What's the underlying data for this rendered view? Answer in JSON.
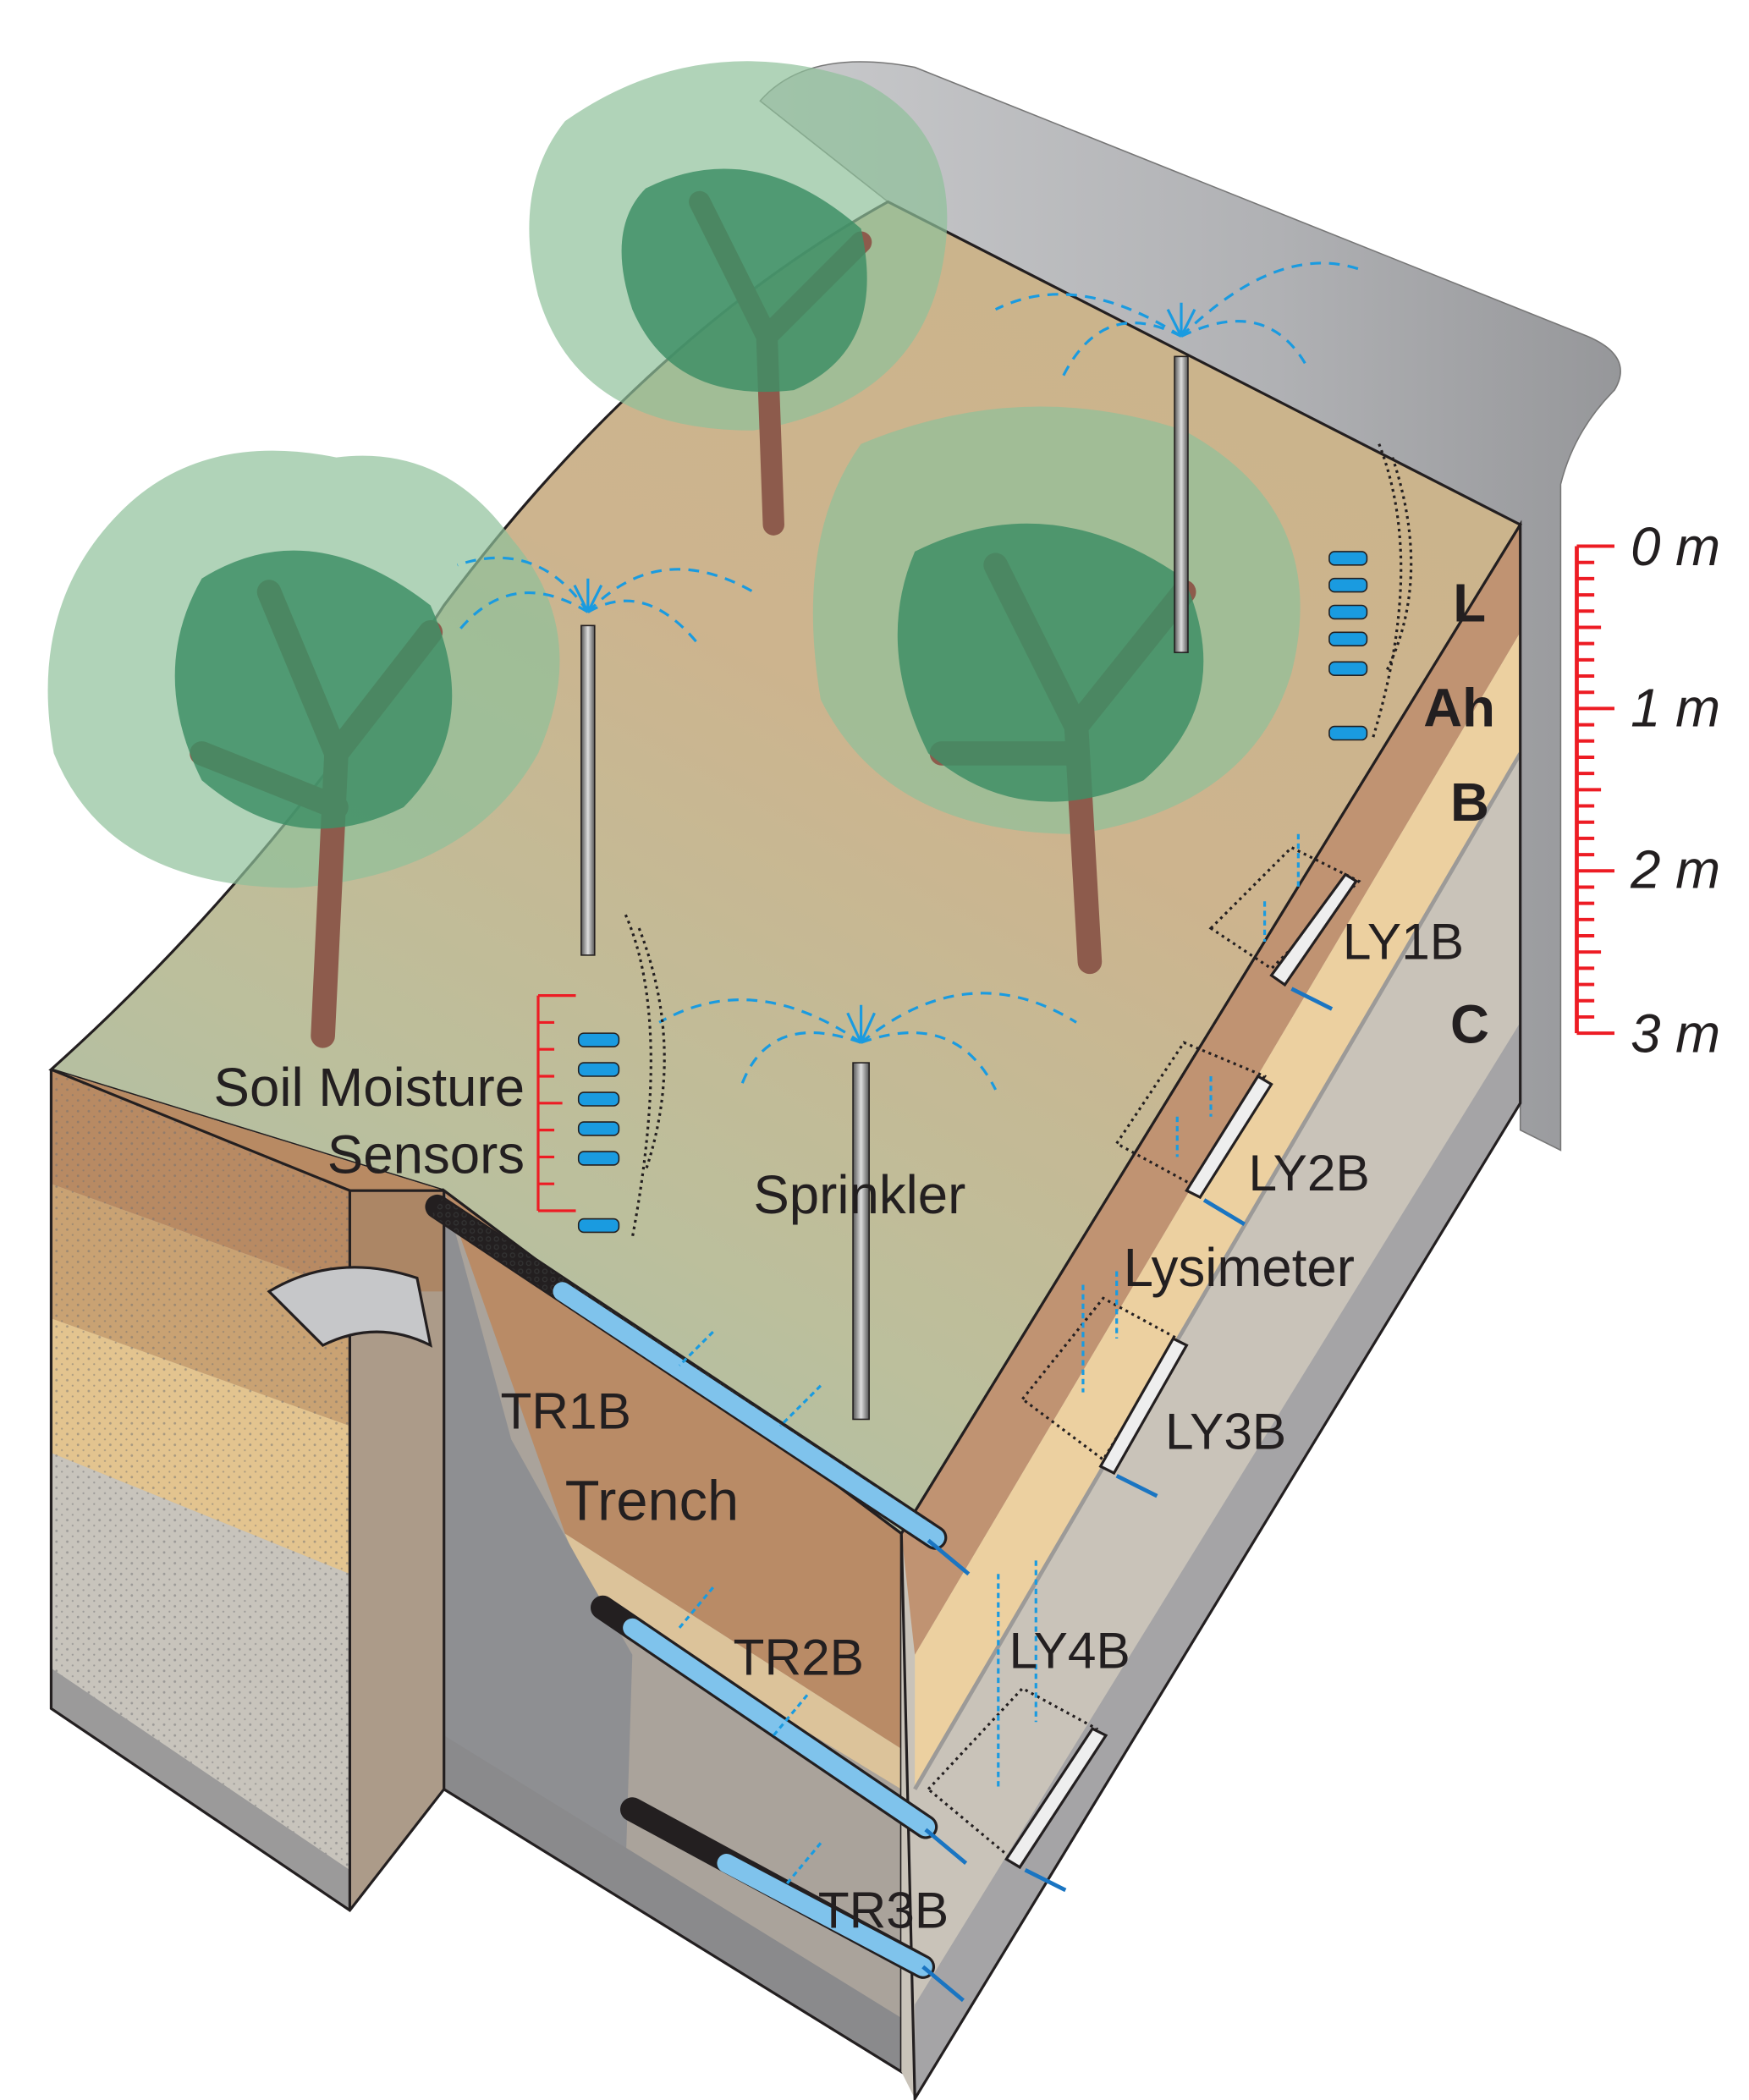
{
  "labels": {
    "soil_moisture_sensors_line1": "Soil Moisture",
    "soil_moisture_sensors_line2": "Sensors",
    "sprinkler": "Sprinkler",
    "lysimeter": "Lysimeter",
    "trench": "Trench",
    "tr1b": "TR1B",
    "tr2b": "TR2B",
    "tr3b": "TR3B",
    "ly1b": "LY1B",
    "ly2b": "LY2B",
    "ly3b": "LY3B",
    "ly4b": "LY4B"
  },
  "horizons": [
    "L",
    "Ah",
    "B",
    "C"
  ],
  "depth_scale": {
    "ticks": [
      "0 m",
      "1 m",
      "2 m",
      "3 m"
    ],
    "color": "#ed1c24"
  },
  "colors": {
    "water": "#1a9be0",
    "foliage": "#3f8f66",
    "trunk": "#8d5b4c",
    "surface": "#cdb48e"
  }
}
